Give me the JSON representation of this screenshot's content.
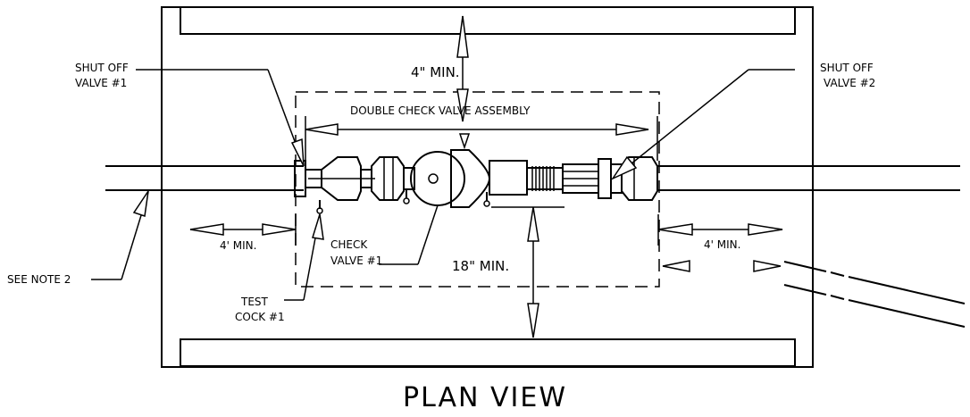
{
  "labels": {
    "shut_off_1_line1": "SHUT OFF",
    "shut_off_1_line2": "VALVE #1",
    "shut_off_2_line1": "SHUT OFF",
    "shut_off_2_line2": "VALVE #2",
    "top_clearance": "4\" MIN.",
    "assembly": "DOUBLE CHECK VALVE ASSEMBLY",
    "left_clearance": "4' MIN.",
    "right_clearance": "4' MIN.",
    "check_valve_line1": "CHECK",
    "check_valve_line2": "VALVE #1",
    "bottom_clearance": "18\" MIN.",
    "see_note": "SEE NOTE 2",
    "test_cock_line1": "TEST",
    "test_cock_line2": "COCK #1",
    "view_title": "PLAN VIEW"
  }
}
